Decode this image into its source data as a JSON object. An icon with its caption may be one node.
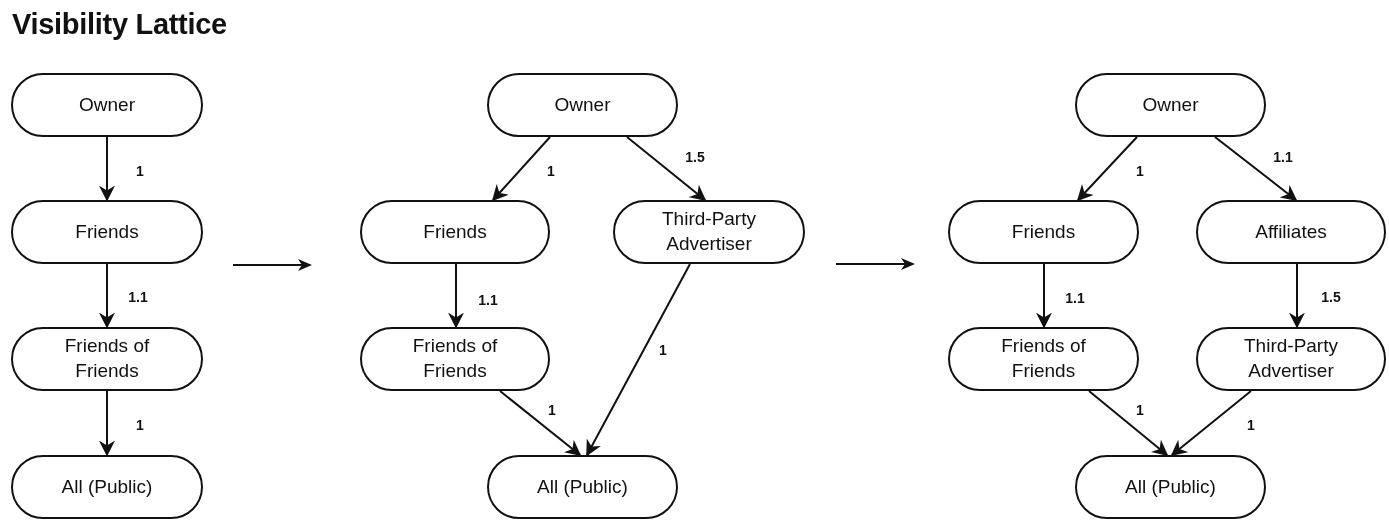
{
  "diagram": {
    "title": "Visibility Lattice",
    "nodes": [
      {
        "text": [
          "Owner"
        ]
      },
      {
        "text": [
          "Friends"
        ]
      },
      {
        "text": [
          "Friends of Friends"
        ]
      },
      {
        "text": [
          "All (Public)"
        ]
      },
      {
        "text": [
          "Owner"
        ]
      },
      {
        "text": [
          "Friends"
        ]
      },
      {
        "text": [
          "Third-Party Advertiser"
        ]
      },
      {
        "text": [
          "Friends of Friends"
        ]
      },
      {
        "text": [
          "All (Public)"
        ]
      },
      {
        "text": [
          "Owner"
        ]
      },
      {
        "text": [
          "Friends"
        ]
      },
      {
        "text": [
          "Affiliates"
        ]
      },
      {
        "text": [
          "Friends of Friends"
        ]
      },
      {
        "text": [
          "Third-Party Advertiser"
        ]
      },
      {
        "text": [
          "All (Public)"
        ]
      }
    ],
    "edges": [
      {
        "from": 0,
        "to": 1,
        "arrow": "to",
        "label": "1"
      },
      {
        "from": 1,
        "to": 2,
        "arrow": "to",
        "label": "1.1"
      },
      {
        "from": 2,
        "to": 3,
        "arrow": "to",
        "label": "1"
      },
      {
        "from": 4,
        "to": 5,
        "arrow": "to",
        "label": "1"
      },
      {
        "from": 4,
        "to": 6,
        "arrow": "to",
        "label": "1.5"
      },
      {
        "from": 5,
        "to": 7,
        "arrow": "to",
        "label": "1.1"
      },
      {
        "from": 6,
        "to": 8,
        "arrow": "to",
        "label": "1"
      },
      {
        "from": 7,
        "to": 8,
        "arrow": "to",
        "label": "1"
      },
      {
        "from": 9,
        "to": 10,
        "arrow": "to",
        "label": "1"
      },
      {
        "from": 9,
        "to": 11,
        "arrow": "to",
        "label": "1.1"
      },
      {
        "from": 10,
        "to": 12,
        "arrow": "to",
        "label": "1.1"
      },
      {
        "from": 11,
        "to": 13,
        "arrow": "to",
        "label": "1.5"
      },
      {
        "from": 12,
        "to": 14,
        "arrow": "to",
        "label": "1"
      },
      {
        "from": 13,
        "to": 14,
        "arrow": "to",
        "label": "1"
      }
    ]
  }
}
